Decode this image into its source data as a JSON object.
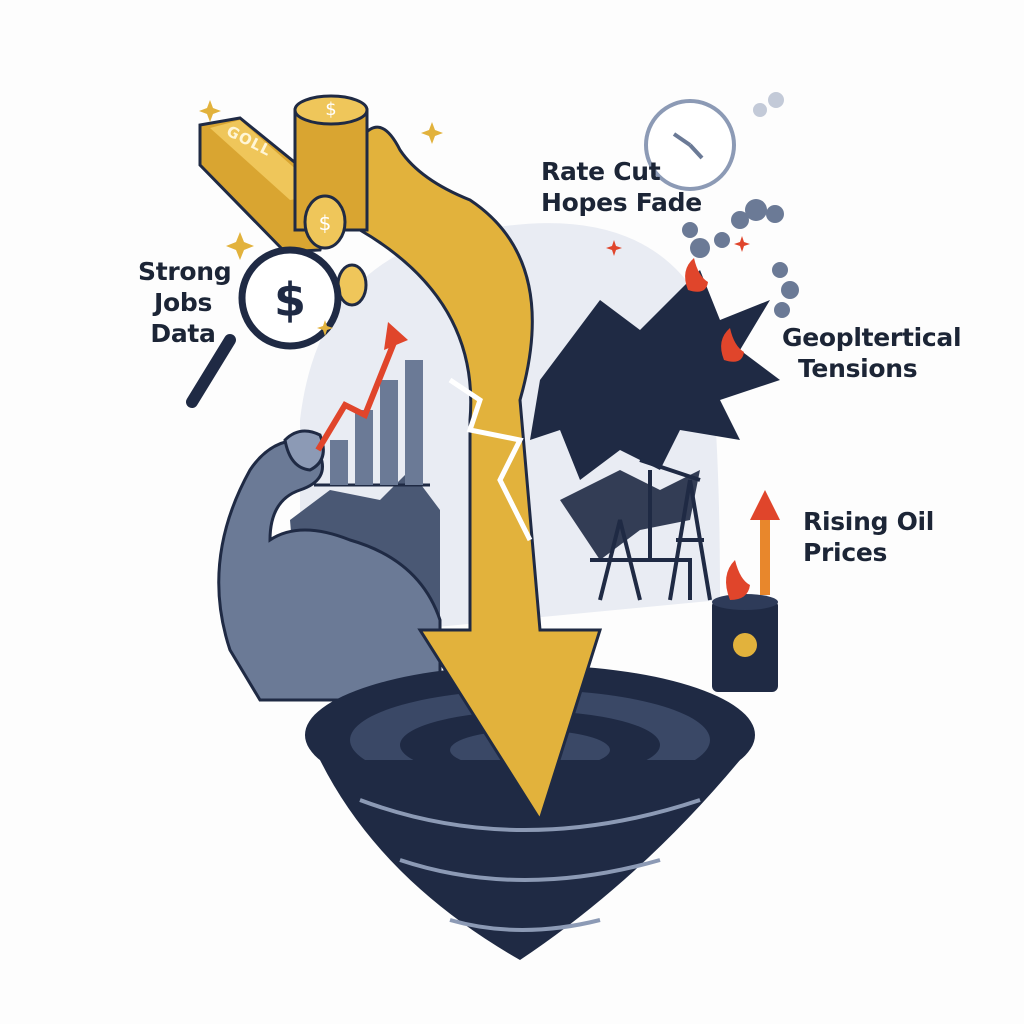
{
  "labels": {
    "rate_cut": {
      "line1": "Rate Cut",
      "line2": "Hopes Fade"
    },
    "geopolitical": {
      "line1": "Geopltertical",
      "line2": "Tensions"
    },
    "jobs": {
      "line1": "Strong",
      "line2": "Jobs",
      "line3": "Data"
    },
    "oil": {
      "line1": "Rising Oil",
      "line2": "Prices"
    }
  },
  "gold_bar_text": "GOLL",
  "icons": [
    "gold-bar-icon",
    "coin-stack-icon",
    "magnifier-dollar-icon",
    "clock-icon",
    "smoke-icon",
    "storm-cloud-icon",
    "oil-pump-icon",
    "oil-barrel-icon",
    "flexed-arm-icon",
    "rising-chart-icon",
    "down-arrow-icon",
    "whirlpool-icon"
  ],
  "colors": {
    "gold": "#e2b23c",
    "navy": "#1f2a44",
    "slate": "#6b7a96",
    "red": "#e0452b",
    "bg": "#fdfdfd"
  }
}
